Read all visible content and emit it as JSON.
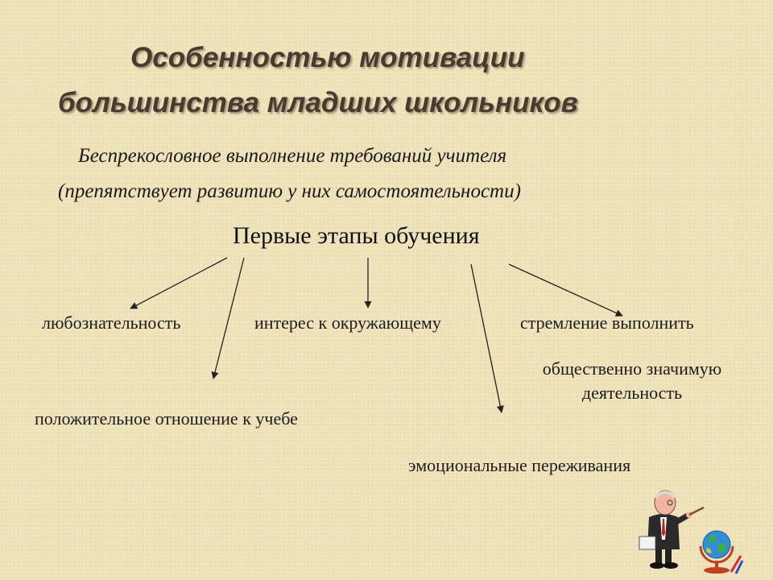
{
  "title": {
    "line1": "Особенностью мотивации",
    "line2": "большинства младших школьников"
  },
  "subtitle": {
    "line1": "Беспрекословное выполнение требований учителя",
    "line2": "(препятствует развитию у них самостоятельности)"
  },
  "center_node": "Первые этапы обучения",
  "branches": {
    "curiosity": "любознательность",
    "interest": "интерес к окружающему",
    "striving_line1": "стремление выполнить",
    "striving_line2": "общественно значимую",
    "striving_line3": "деятельность",
    "attitude": "положительное отношение к учебе",
    "emotions": "эмоциональные переживания"
  },
  "decor": {
    "teacher_icon": "teacher-with-pointer-icon",
    "globe_icon": "globe-icon"
  },
  "colors": {
    "background": "#efe3bb",
    "title": "#4a3a2e"
  }
}
